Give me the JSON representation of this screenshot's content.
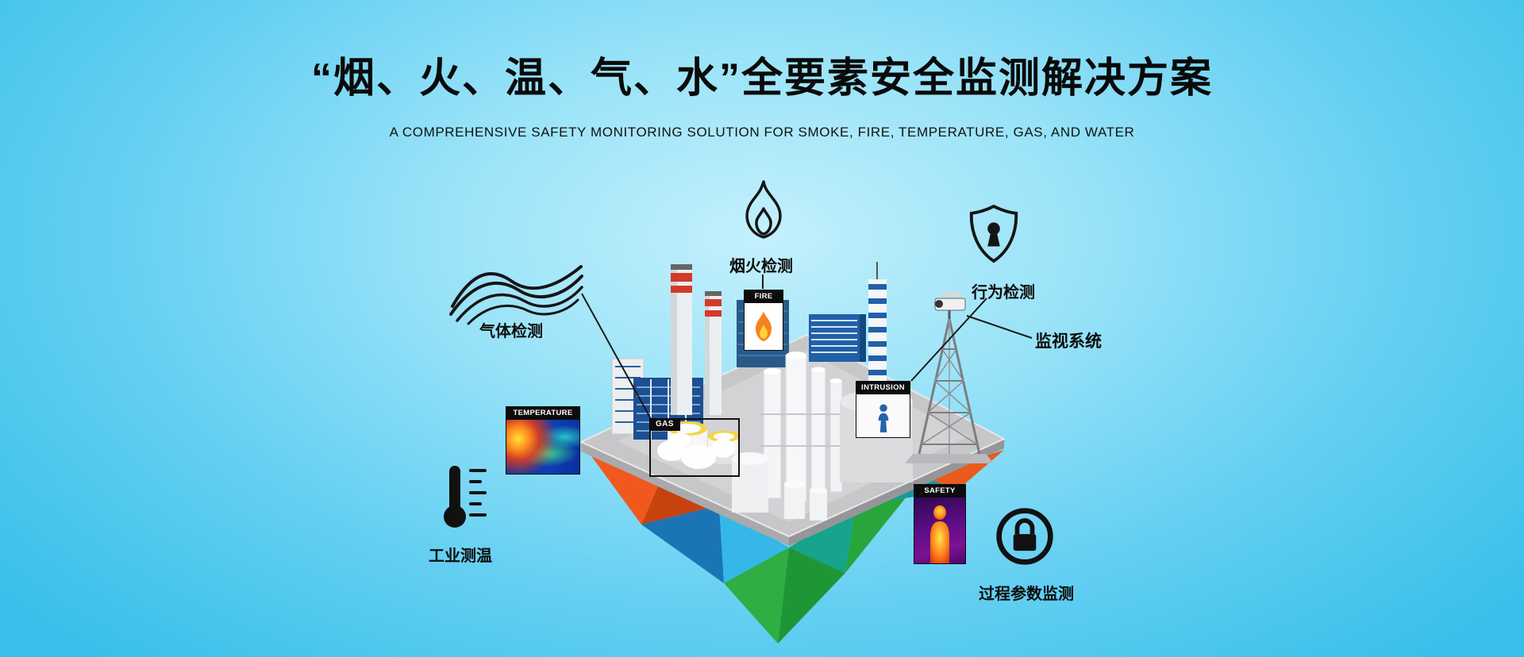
{
  "hero": {
    "title": "“烟、火、温、气、水”全要素安全监测解决方案",
    "subtitle": "A COMPREHENSIVE SAFETY MONITORING SOLUTION FOR SMOKE, FIRE, TEMPERATURE, GAS, AND WATER"
  },
  "annotations": {
    "gas_detection": {
      "label": "气体检测",
      "icon": "gas-waves-icon"
    },
    "smoke_fire_detection": {
      "label": "烟火检测",
      "icon": "flame-icon"
    },
    "behavior_detection": {
      "label": "行为检测",
      "icon": "shield-keyhole-icon"
    },
    "surveillance_system": {
      "label": "监视系统",
      "icon": "cctv-camera-icon"
    },
    "industrial_temperature": {
      "label": "工业测温",
      "icon": "thermometer-icon"
    },
    "process_parameter_monitoring": {
      "label": "过程参数监测",
      "icon": "lock-circle-icon"
    }
  },
  "scene_callouts": {
    "temperature": {
      "label": "TEMPERATURE"
    },
    "fire": {
      "label": "FIRE"
    },
    "gas": {
      "label": "GAS"
    },
    "intrusion": {
      "label": "INTRUSION"
    },
    "safety": {
      "label": "SAFETY"
    }
  },
  "colors": {
    "background_edge": "#38bfe9",
    "background_center": "#c4f0fc",
    "title_text": "#0a0a0a",
    "callout_header_bg": "#0c0c0c",
    "callout_header_text": "#ffffff",
    "flame_orange": "#f58220",
    "flame_core_yellow": "#ffd23a",
    "island_orange": "#f0591d",
    "island_blue": "#1b74b4",
    "island_cyan": "#35b8e8",
    "island_green": "#2fae43",
    "platform_gray": "#c7c7ca"
  }
}
